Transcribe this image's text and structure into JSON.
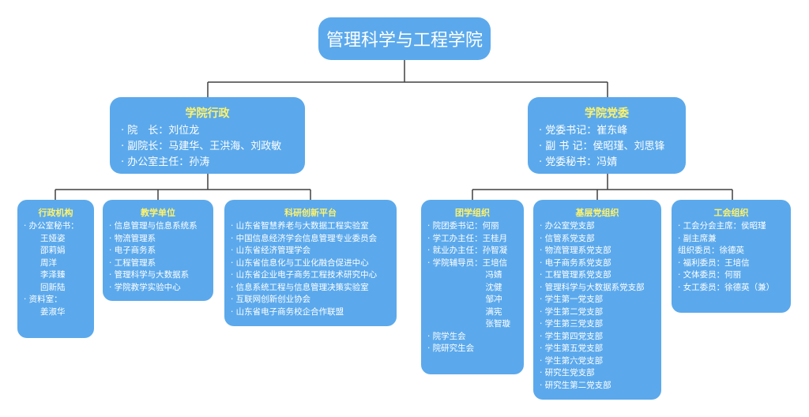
{
  "root": {
    "title": "管理科学与工程学院"
  },
  "admin": {
    "title": "学院行政",
    "lines": [
      "· 院　长：刘位龙",
      "· 副院长：马建华、王洪海、刘政敏",
      "· 办公室主任：孙涛"
    ]
  },
  "party": {
    "title": "学院党委",
    "lines": [
      "· 党委书记：崔东峰",
      "· 副 书 记：侯昭瑾、刘思锋",
      "· 党委秘书：冯婧"
    ]
  },
  "units": [
    {
      "title": "行政机构",
      "lines": [
        "· 办公室秘书：",
        "　　王娅姿",
        "　　邵莉娟",
        "　　周洋",
        "　　李泽臻",
        "　　回新陆",
        "· 资料室：",
        "　　姜淑华"
      ]
    },
    {
      "title": "教学单位",
      "lines": [
        "· 信息管理与信息系统系",
        "· 物流管理系",
        "· 电子商务系",
        "· 工程管理系",
        "· 管理科学与大数据系",
        "· 学院教学实验中心"
      ]
    },
    {
      "title": "科研创新平台",
      "lines": [
        "· 山东省智慧养老与大数据工程实验室",
        "· 中国信息经济学会信息管理专业委员会",
        "· 山东省经济管理学会",
        "· 山东省信息化与工业化融合促进中心",
        "· 山东省企业电子商务工程技术研究中心",
        "· 信息系统工程与信息管理决策实验室",
        "· 互联网创新创业协会",
        "· 山东省电子商务校企合作联盟"
      ]
    },
    {
      "title": "团学组织",
      "lines": [
        "· 院团委书记：何丽",
        "· 学工办主任：王桂月",
        "· 就业办主任：孙智凝",
        "· 学院辅导员：王培信",
        "　　　　　　　冯婧",
        "　　　　　　　沈健",
        "　　　　　　　邹冲",
        "　　　　　　　满宪",
        "　　　　　　　张智璇",
        "· 院学生会",
        "· 院研究生会"
      ]
    },
    {
      "title": "基层党组织",
      "lines": [
        "· 办公室党支部",
        "· 信管系党支部",
        "· 物流管理系党支部",
        "· 电子商务系党支部",
        "· 工程管理系党支部",
        "· 管理科学与大数据系党支部",
        "· 学生第一党支部",
        "· 学生第二党支部",
        "· 学生第三党支部",
        "· 学生第四党支部",
        "· 学生第五党支部",
        "· 学生第六党支部",
        "· 研究生党支部",
        "· 研究生第二党支部"
      ]
    },
    {
      "title": "工会组织",
      "lines": [
        "· 工会分会主席：侯昭瑾",
        "· 副主席兼",
        "组织委员：徐德英",
        "· 福利委员：王培信",
        "· 文体委员：何丽",
        "· 女工委员：徐德英（兼）"
      ]
    }
  ],
  "colors": {
    "box": "#5ba9ec",
    "heading": "#fff36a",
    "text": "#ffffff",
    "connector": "#404040"
  }
}
